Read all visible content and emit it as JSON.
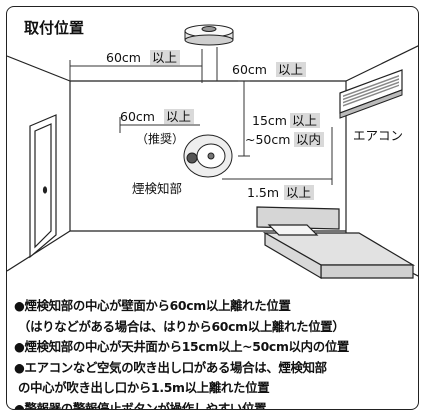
{
  "title": "取付位置",
  "dimensions": {
    "ceiling_from_wall": {
      "value": "60cm",
      "suffix": "以上"
    },
    "ceiling_from_detector": {
      "value": "60cm",
      "suffix": "以上"
    },
    "wall_side_distance": {
      "value": "60cm",
      "suffix": "以上"
    },
    "recommended": "（推奨）",
    "ceiling_range_min": {
      "value": "15cm",
      "suffix": "以上"
    },
    "ceiling_range_max": {
      "value": "~50cm",
      "suffix": "以内"
    },
    "ac_distance": {
      "value": "1.5m",
      "suffix": "以上"
    }
  },
  "labels": {
    "air_conditioner": "エアコン",
    "detector_part": "煙検知部"
  },
  "notes": [
    "●煙検知部の中心が壁面から60cm以上離れた位置",
    "（はりなどがある場合は、はりから60cm以上離れた位置）",
    "●煙検知部の中心が天井面から15cm以上~50cm以内の位置",
    "●エアコンなど空気の吹き出し口がある場合は、煙検知部",
    "の中心が吹き出し口から1.5m以上離れた位置",
    "●警報器の警報停止ボタンが操作しやすい位置"
  ]
}
